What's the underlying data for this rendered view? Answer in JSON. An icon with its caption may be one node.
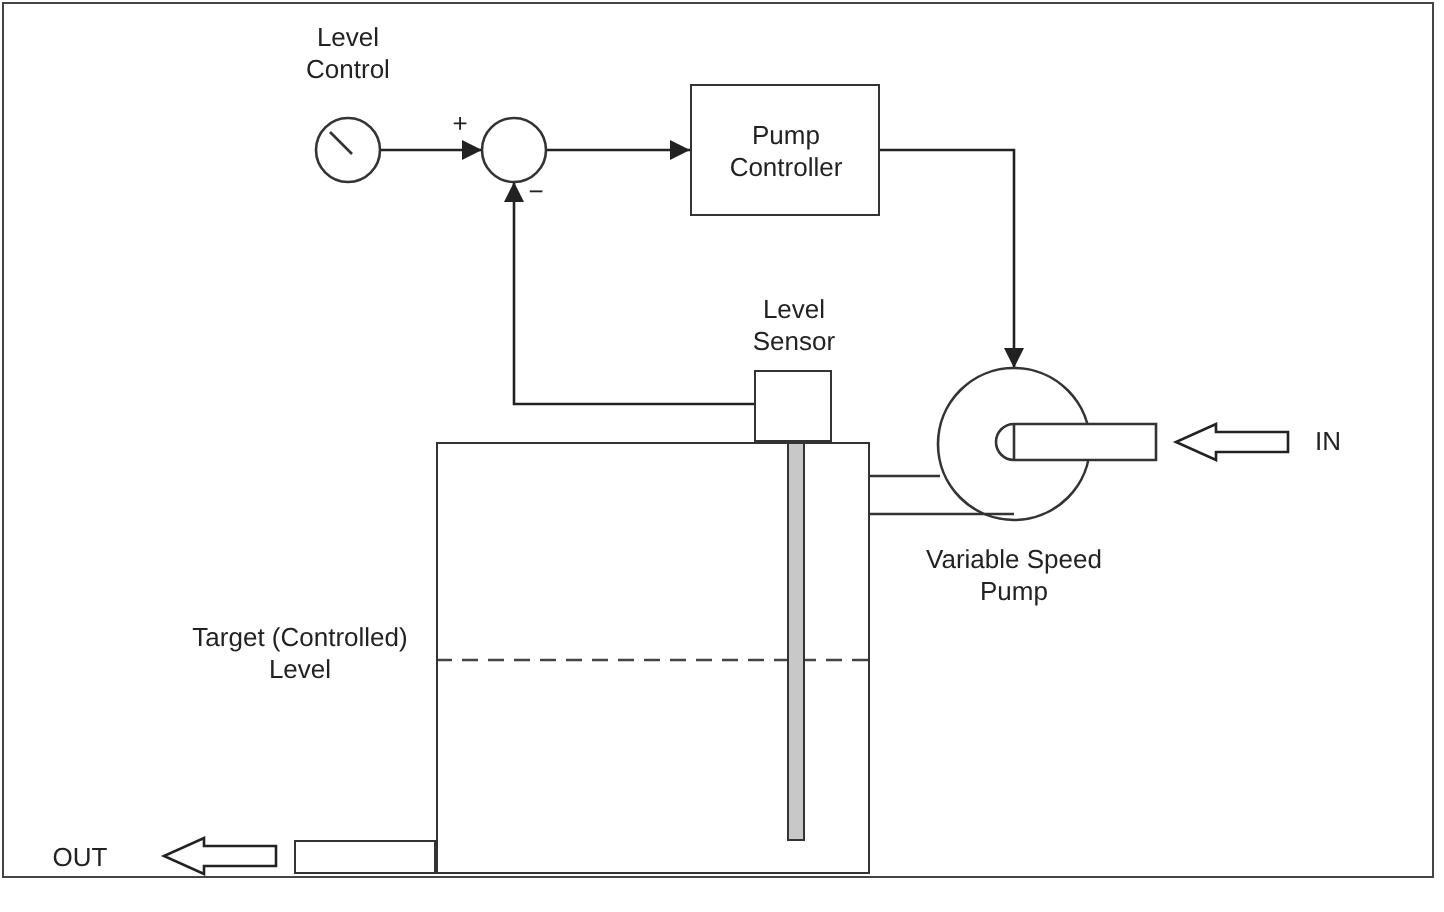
{
  "diagram": {
    "nodes": [
      {
        "text": [
          "Level Control"
        ]
      },
      {
        "text": [],
        "shape": "circle"
      },
      {
        "text": [
          "Pump Controller"
        ]
      },
      {
        "text": [
          "Level Sensor"
        ]
      },
      {
        "text": [
          "Variable Speed Pump"
        ]
      },
      {
        "text": [],
        "shape": "box"
      },
      {
        "text": [
          "IN"
        ]
      },
      {
        "text": [
          "OUT"
        ]
      },
      {
        "text": [],
        "shape": "box"
      }
    ],
    "edges": [
      {
        "from": 0,
        "to": 1,
        "arrow": "to"
      },
      {
        "from": 1,
        "to": 2,
        "arrow": "to"
      },
      {
        "from": 2,
        "to": 4,
        "arrow": "to"
      },
      {
        "from": 3,
        "to": 1,
        "arrow": "to"
      },
      {
        "from": 6,
        "to": 4,
        "arrow": "to",
        "style": "thick"
      },
      {
        "from": 8,
        "to": 7,
        "arrow": "to",
        "style": "thick"
      }
    ],
    "labels": [
      "+",
      "−",
      "Target (Controlled) Level"
    ]
  }
}
